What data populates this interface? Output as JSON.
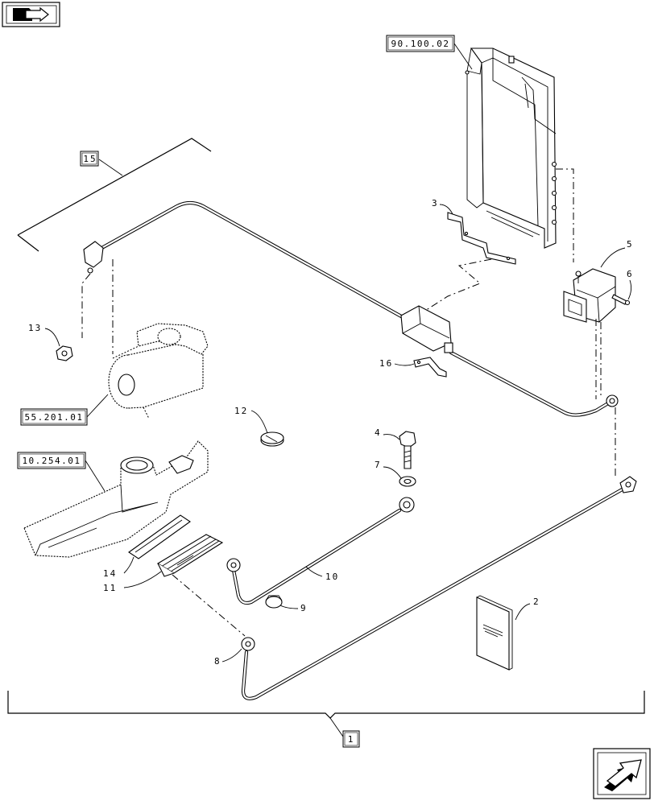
{
  "callouts": {
    "c1": "1",
    "c2": "2",
    "c3": "3",
    "c4": "4",
    "c5": "5",
    "c6": "6",
    "c7": "7",
    "c8": "8",
    "c9": "9",
    "c10": "10",
    "c11": "11",
    "c12": "12",
    "c13": "13",
    "c14": "14",
    "c15": "15",
    "c16": "16"
  },
  "references": {
    "frame": "90.100.02",
    "starter": "55.201.01",
    "manifold": "10.254.01"
  },
  "icons": {
    "top_left": "book-arrow-icon",
    "bottom_right": "next-page-arrow-icon"
  }
}
